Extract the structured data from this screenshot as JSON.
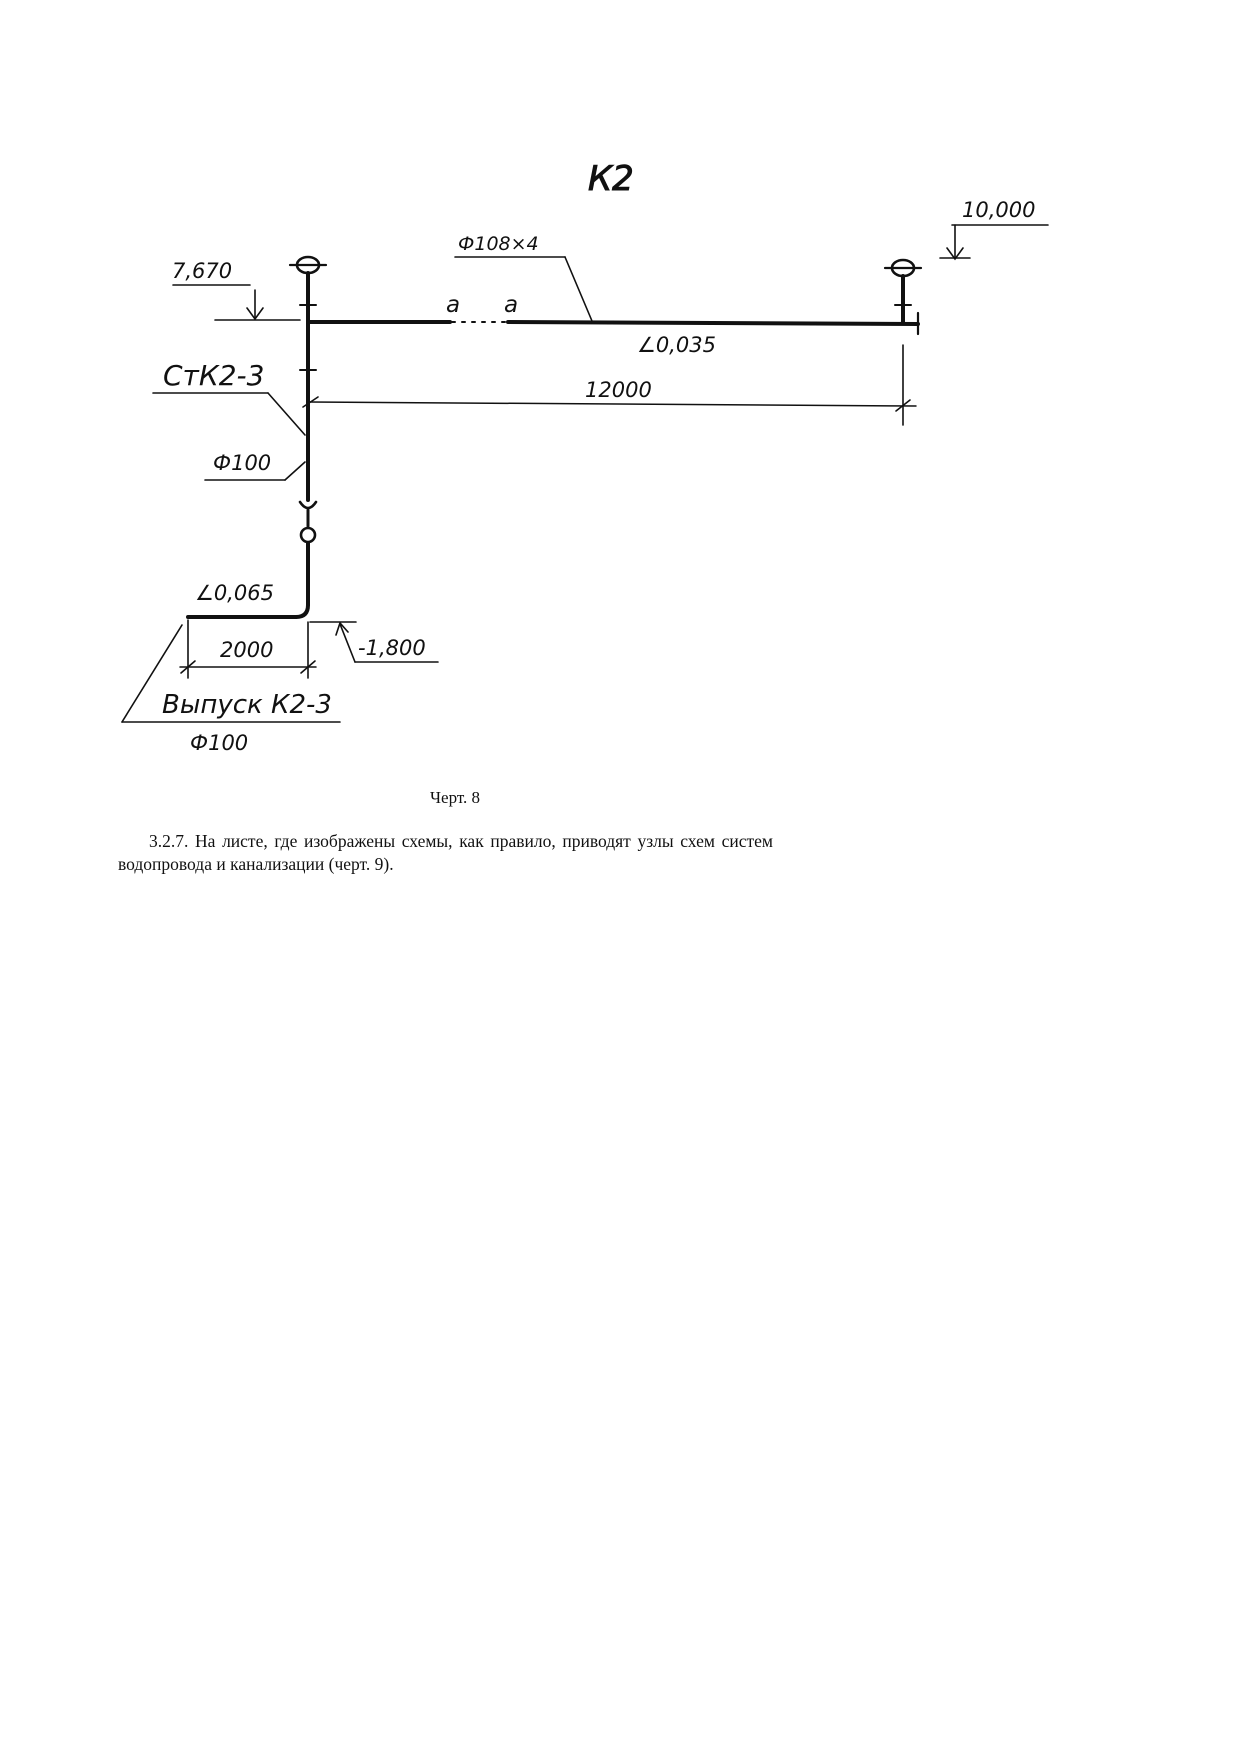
{
  "drawing": {
    "title": "К2",
    "labels": {
      "elev_top_right": "10,000",
      "elev_top_left": "7,670",
      "elev_bottom": "-1,800",
      "pipe_top": "Ф108×4",
      "section_a1": "а",
      "section_a2": "а",
      "slope_top": "∠0,035",
      "riser": "СтК2-3",
      "length_top": "12000",
      "riser_diam": "Ф100",
      "slope_bottom": "∠0,065",
      "length_bottom": "2000",
      "outlet": "Выпуск К2-3",
      "outlet_diam": "Ф100"
    }
  },
  "caption": "Черт. 8",
  "paragraph": "3.2.7. На листе, где изображены схемы, как правило, приводят узлы схем систем водопровода и канализации (черт. 9)."
}
